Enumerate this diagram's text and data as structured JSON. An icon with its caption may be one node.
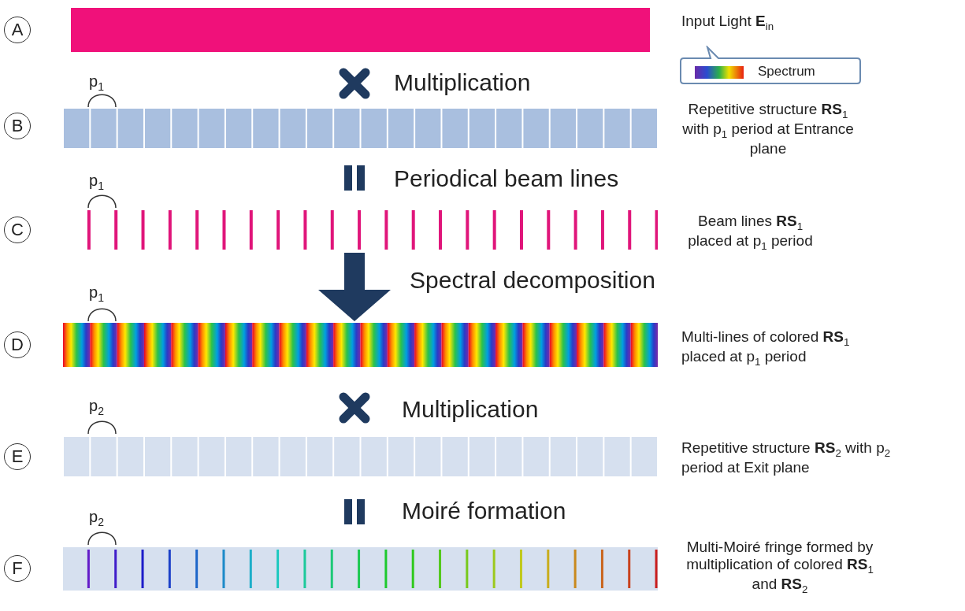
{
  "diagram": {
    "nodes": [
      {
        "text": [
          "A"
        ]
      },
      {
        "text": [],
        "shape": "bar"
      },
      {
        "text": [
          "Spectrum"
        ]
      },
      {
        "text": [
          "B"
        ]
      },
      {
        "text": [],
        "shape": "bar"
      },
      {
        "text": [
          "C"
        ]
      },
      {
        "text": [],
        "shape": "bar"
      },
      {
        "text": [
          "D"
        ]
      },
      {
        "text": [],
        "shape": "bar"
      },
      {
        "text": [
          "E"
        ]
      },
      {
        "text": [],
        "shape": "bar"
      },
      {
        "text": [
          "F"
        ]
      },
      {
        "text": [],
        "shape": "bar"
      }
    ],
    "edges": [
      {
        "from": 6,
        "to": 8,
        "arrow": "to",
        "label": "Spectral decomposition"
      }
    ],
    "labels": [
      "Input Light **E**$_{in}$",
      "p$_{1}$",
      "Multiplication",
      "Repetitive structure **RS**$_{1}$ with p$_{1}$ period at Entrance plane",
      "p$_{1}$",
      "Periodical beam lines",
      "Beam lines **RS**$_{1}$ placed at p$_{1}$ period",
      "p$_{1}$",
      "Multi-lines of colored **RS**$_{1}$ placed at p$_{1}$ period",
      "Multiplication",
      "p$_{2}$",
      "Repetitive structure **RS**$_{2}$ with p$_{2}$ period at Exit plane",
      "p$_{2}$",
      "Moiré formation",
      "Multi-Moiré fringe formed by multiplication of colored **RS**$_{1}$ and **RS**$_{2}$"
    ]
  }
}
